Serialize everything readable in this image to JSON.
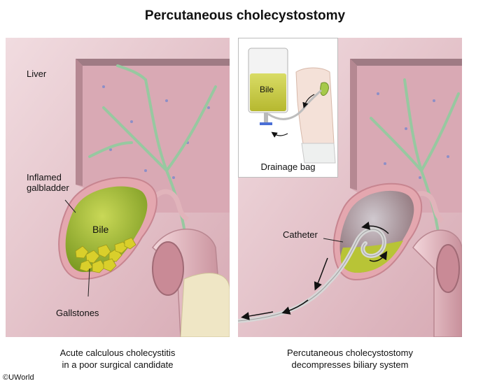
{
  "title": "Percutaneous cholecystostomy",
  "left_panel": {
    "labels": {
      "liver": "Liver",
      "gallbladder": "Inflamed galbladder",
      "bile": "Bile",
      "gallstones": "Gallstones"
    },
    "caption_line1": "Acute calculous cholecystitis",
    "caption_line2": "in a poor surgical candidate"
  },
  "right_panel": {
    "inset": {
      "bag_label": "Bile",
      "caption": "Drainage bag"
    },
    "labels": {
      "catheter": "Catheter"
    },
    "caption_line1": "Percutaneous cholecystostomy",
    "caption_line2": "decompresses biliary system"
  },
  "copyright": "©UWorld",
  "colors": {
    "liver": "#e8c3cb",
    "liver_shadow": "#c99aa5",
    "gallbladder_wall": "#e7aab0",
    "bile": "#a9bf3a",
    "stones": "#d8cf2a",
    "duct": "#a9d3ad",
    "vessel": "#8ab998",
    "pancreas": "#efe7cc",
    "duodenum": "#e9c0c7",
    "catheter": "#d7d7d7"
  }
}
